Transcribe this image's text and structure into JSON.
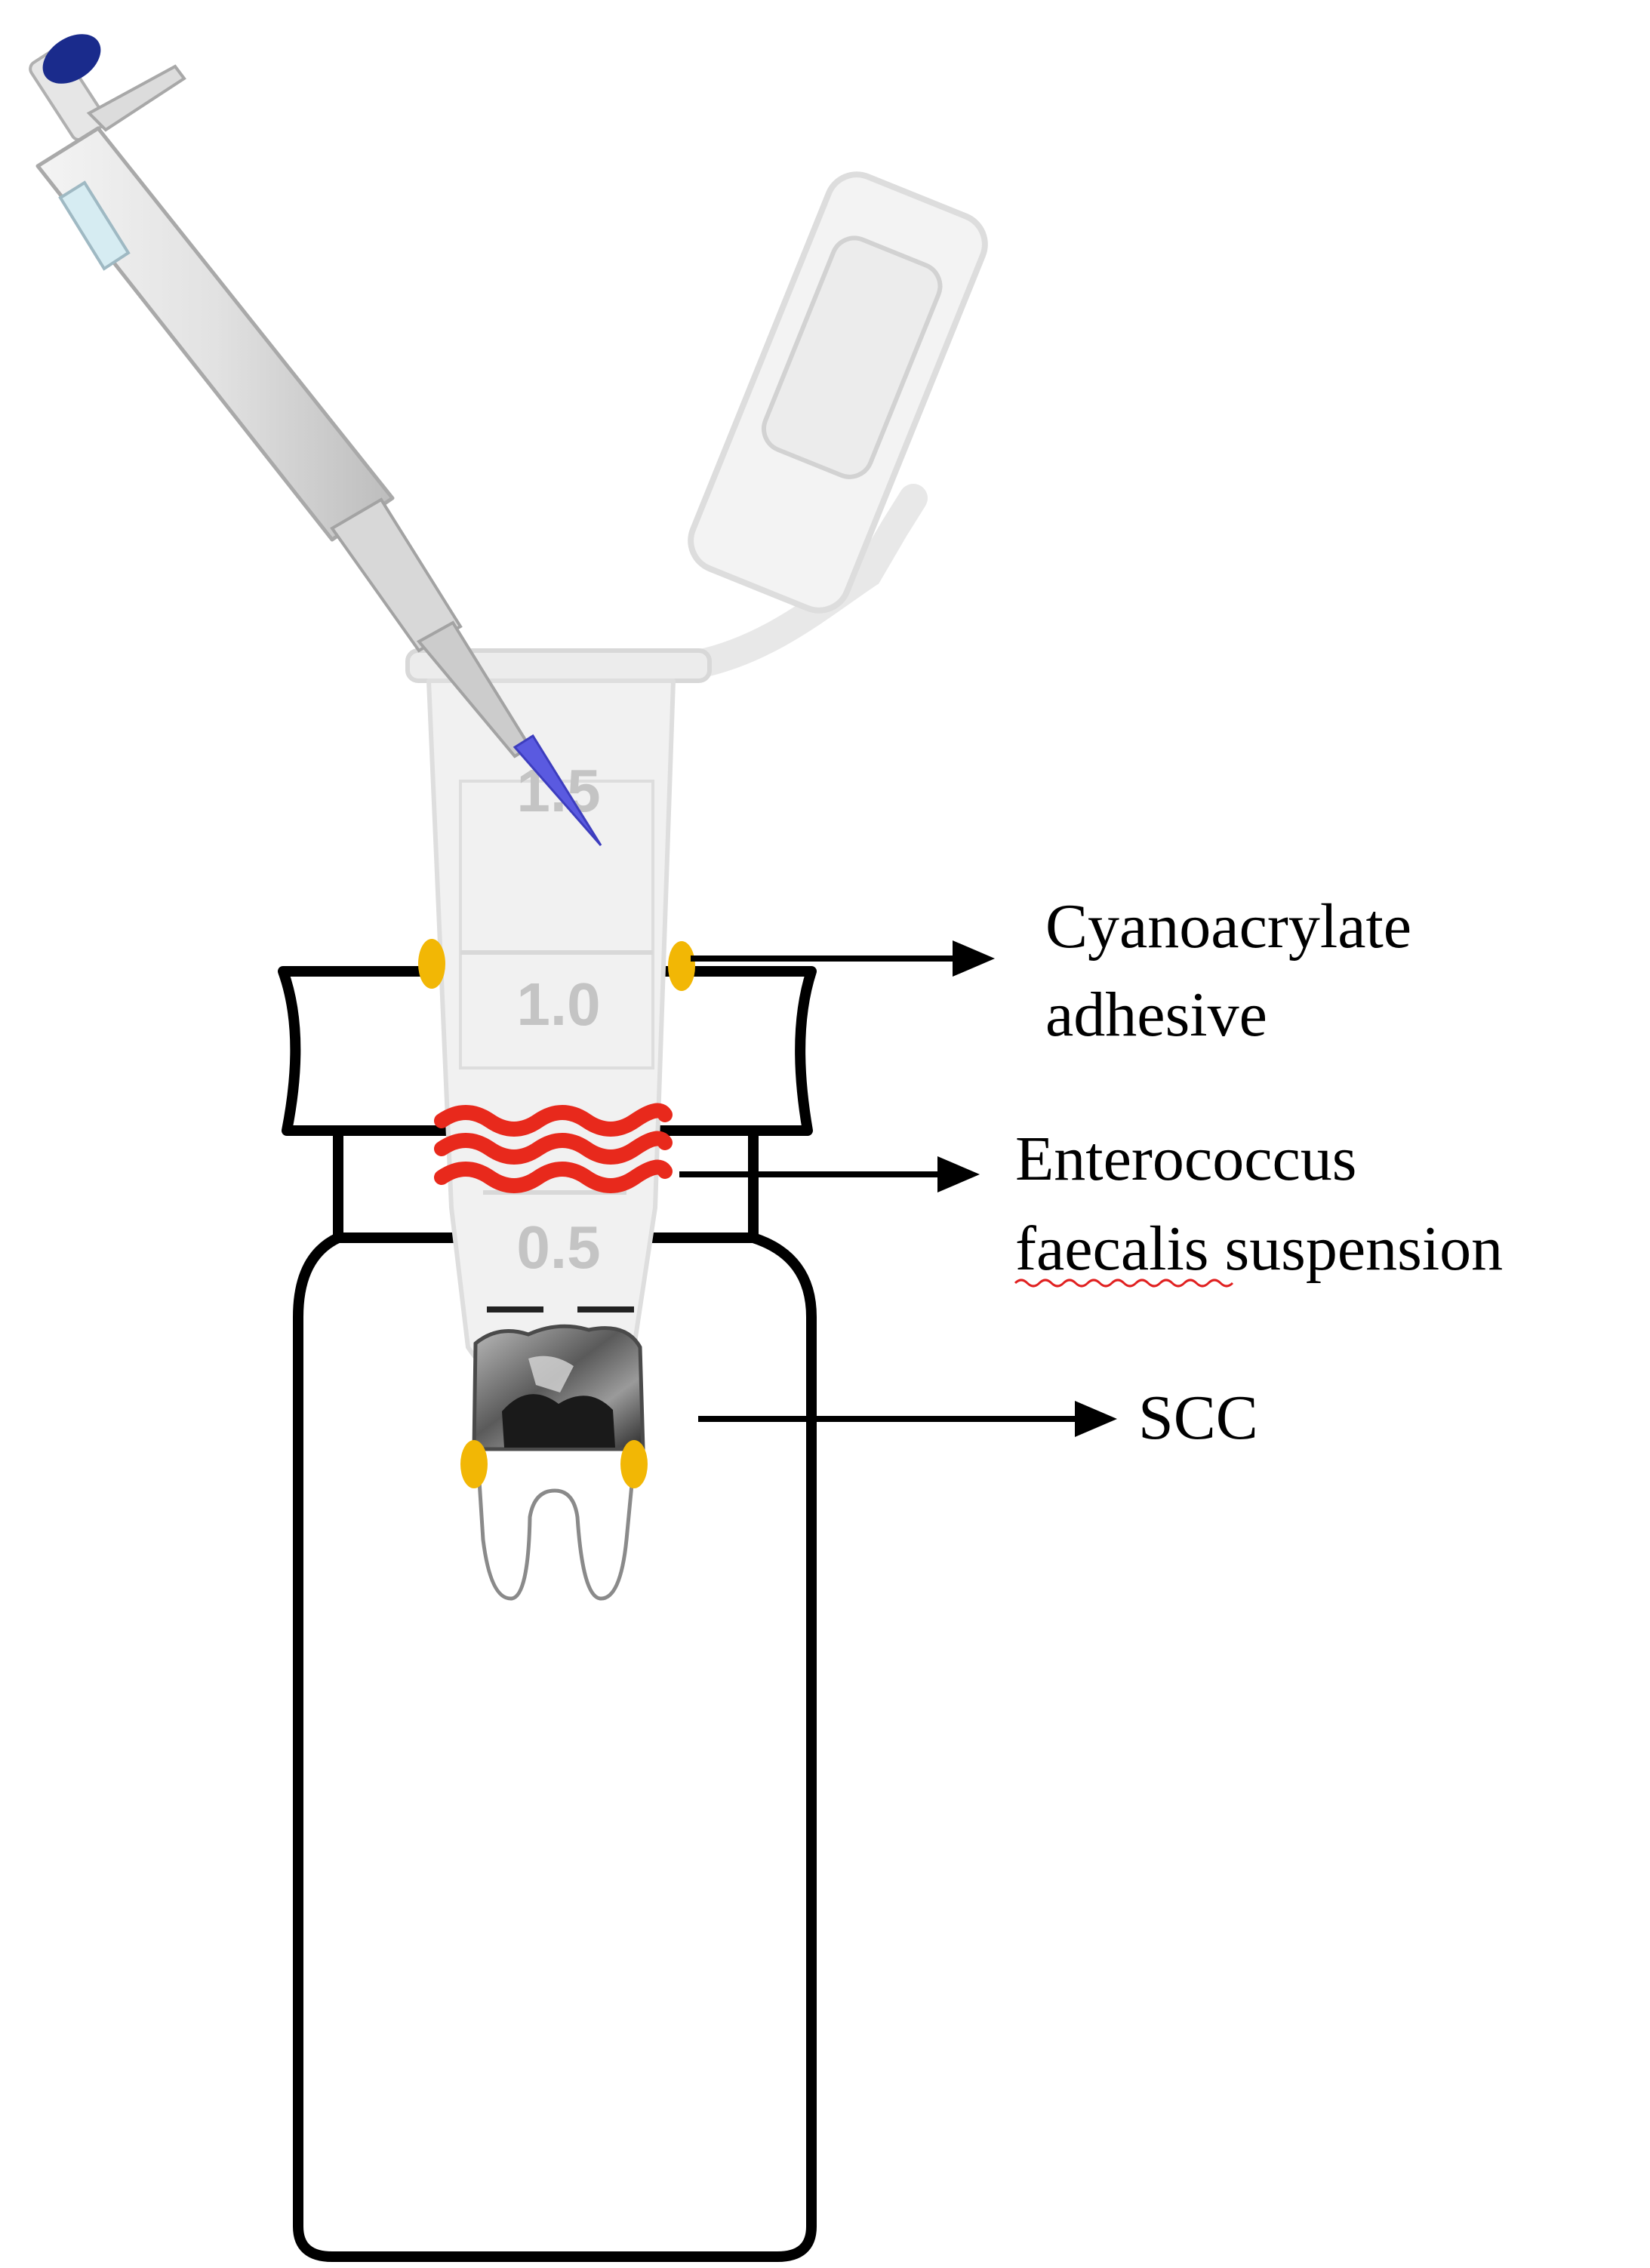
{
  "labels": {
    "adhesive_line1": "Cyanoacrylate",
    "adhesive_line2": "adhesive",
    "suspension_line1": "Enterococcus",
    "suspension_line2": "faecalis suspension",
    "scc": "SCC"
  },
  "tube_scale": {
    "mark_top": "1.5",
    "mark_mid": "1.0",
    "mark_low": "0.5"
  },
  "colors": {
    "outline": "#000000",
    "adhesive": "#f2b705",
    "suspension": "#e8291c",
    "pipette_plunger": "#1a2b8c",
    "pipette_tip": "#5a5ae0",
    "tube_fill": "#f1f1f1",
    "scale_text": "#c4c4c4"
  }
}
